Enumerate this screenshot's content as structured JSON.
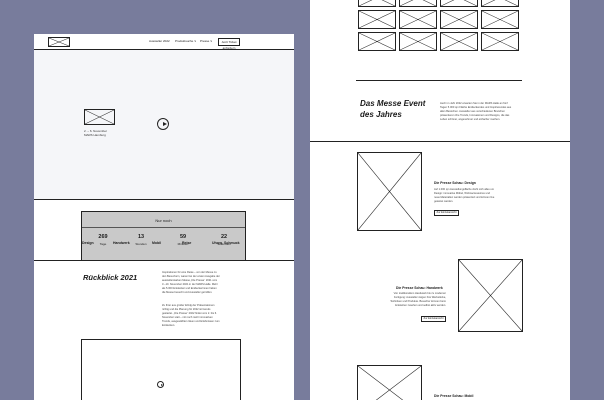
{
  "nav": {
    "links": [
      "Aussteller 2022",
      "Produktsuche  ∨",
      "Presse  ∨"
    ],
    "cta_label": "Jetzt Ticket anfordern"
  },
  "hero": {
    "date_line1": "2. – 6. November",
    "date_line2": "MARS Hamburg"
  },
  "countdown": {
    "title": "Nur noch",
    "cells": [
      {
        "num": "269",
        "label": "Tage"
      },
      {
        "num": "13",
        "label": "Stunden"
      },
      {
        "num": "59",
        "label": "Minuten"
      },
      {
        "num": "22",
        "label": "Sekunden"
      }
    ]
  },
  "categories": [
    "Design",
    "Handwerk",
    "Mobil",
    "Reise",
    "Uhren, Schmuck"
  ],
  "rueckblick": {
    "title": "Rückblick 2021",
    "text1": "Inspirationen für eine Reise – von der Messe zu den Besuchern, waren bei der ersten Ausgabe der ausstellerstarken Messe „Die Presse“ 2021 vom 3.–10. November 2021 in der MARS Halle. Mehr als 5.000 Entdecker und Entdeckerinnen haben die Messe besucht und Aussteller getroffen.",
    "text2": "Zu Ihrer aus großer Erfolg der Präsentationen richtig und die Planung für 2022 ist bereits gestartet. „Die Presse“ 2022 findet vom 2. bis 6. November statt – mit noch mehr innovativen Trends, ausgewählten Ideen und Erlebnissen zum Entdecken."
  },
  "event": {
    "title_line1": "Das Messe Event",
    "title_line2": "des Jahres",
    "text": "Auch im Jahr 2022 erwarten Sie in der MARS Halle an fünf Tagen 5.000 qm Fläche Entdeckendes und Inspirierendes aus allen Bereichen. Aussteller aus verschiedenen Branchen präsentieren ihre Trends, Innovationen und Designs, die das Leben schöner, angenehmer und einfacher machen."
  },
  "sections": [
    {
      "title": "Die Presse Schau: Design",
      "text": "Auf 1.000 qm Ausstellungsfläche dreht sich alles um Design: innovative Möbel, Wohnaccessoires und neue Materialien werden präsentiert und können live getestet werden.",
      "button": "Zur Einzelansicht"
    },
    {
      "title": "Die Presse Schau: Handwerk",
      "text": "Von traditionellem Handwerk bis zu moderner Fertigung: Aussteller zeigen ihre Werkstücke, Techniken und Produkte. Besucher können beim Entstehen zusehen und selbst aktiv werden.",
      "button": "Zur Einzelansicht"
    },
    {
      "title": "Die Presse Schau: Mobil"
    }
  ]
}
